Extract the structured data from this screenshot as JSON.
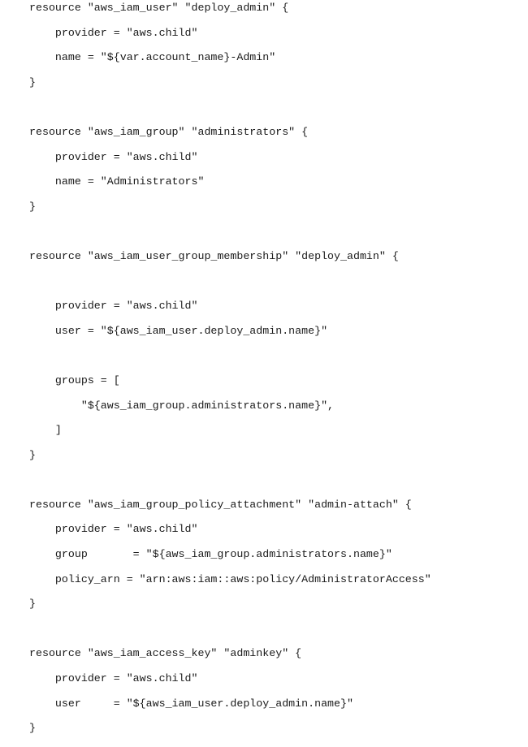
{
  "code": {
    "lines": [
      "resource \"aws_iam_user\" \"deploy_admin\" {",
      "    provider = \"aws.child\"",
      "    name = \"${var.account_name}-Admin\"",
      "}",
      "",
      "resource \"aws_iam_group\" \"administrators\" {",
      "    provider = \"aws.child\"",
      "    name = \"Administrators\"",
      "}",
      "",
      "resource \"aws_iam_user_group_membership\" \"deploy_admin\" {",
      "",
      "    provider = \"aws.child\"",
      "    user = \"${aws_iam_user.deploy_admin.name}\"",
      "",
      "    groups = [",
      "        \"${aws_iam_group.administrators.name}\",",
      "    ]",
      "}",
      "",
      "resource \"aws_iam_group_policy_attachment\" \"admin-attach\" {",
      "    provider = \"aws.child\"",
      "    group       = \"${aws_iam_group.administrators.name}\"",
      "    policy_arn = \"arn:aws:iam::aws:policy/AdministratorAccess\"",
      "}",
      "",
      "resource \"aws_iam_access_key\" \"adminkey\" {",
      "    provider = \"aws.child\"",
      "    user     = \"${aws_iam_user.deploy_admin.name}\"",
      "}"
    ]
  }
}
